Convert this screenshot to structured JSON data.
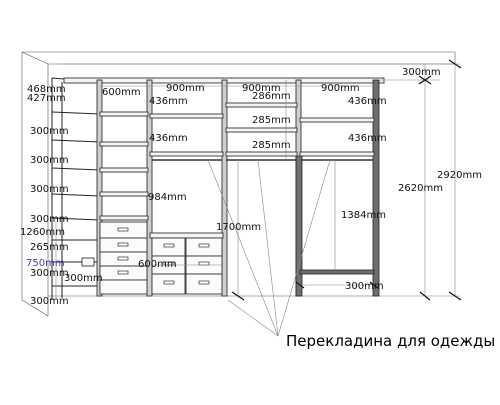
{
  "labels": {
    "l_468": "468mm",
    "l_427": "427mm",
    "l_600_top": "600mm",
    "l_900_a": "900mm",
    "l_900_b": "900mm",
    "l_900_c": "900mm",
    "l_300_top": "300mm",
    "l_436_a": "436mm",
    "l_286": "286mm",
    "l_436_right_a": "436mm",
    "l_285_a": "285mm",
    "l_436_b": "436mm",
    "l_285_b": "285mm",
    "l_436_right_b": "436mm",
    "l_300_left_1": "300mm",
    "l_300_left_2": "300mm",
    "l_300_left_3": "300mm",
    "l_300_left_4": "300mm",
    "l_1260": "1260mm",
    "l_265": "265mm",
    "l_750": "750mm",
    "l_300_left_5": "300mm",
    "l_300_left_6": "300mm",
    "l_300_bottom_left": "300mm",
    "l_984": "984mm",
    "l_1700": "1700mm",
    "l_600_bottom": "600mm",
    "l_1384": "1384mm",
    "l_300_bottom_right": "300mm",
    "l_2620": "2620mm",
    "l_2920": "2920mm",
    "caption": "Перекладина для одежды"
  },
  "colors": {
    "line": "#222222",
    "highlight": "#4a3aa8"
  }
}
